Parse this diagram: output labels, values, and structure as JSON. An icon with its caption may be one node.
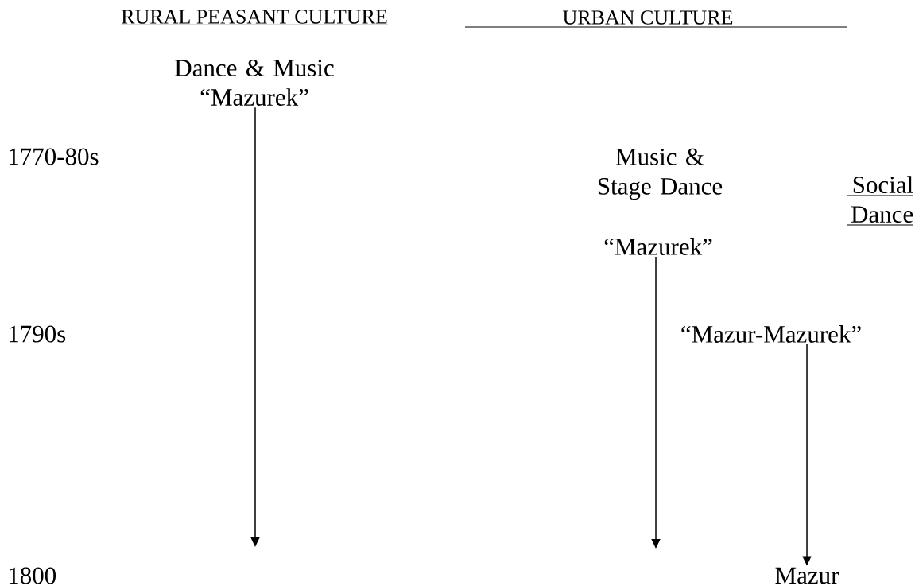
{
  "diagram": {
    "nodes": [
      {
        "text": [
          "Dance & Music “Mazurek”"
        ]
      },
      {
        "text": [
          "Music & Stage Dance"
        ]
      },
      {
        "text": [
          "“Mazurek”"
        ]
      },
      {
        "text": [
          "“Mazur-Mazurek”"
        ]
      },
      {
        "text": [
          "Mazur"
        ]
      }
    ],
    "edges": [
      {
        "from": 0,
        "to": null,
        "arrow": "to"
      },
      {
        "from": 2,
        "to": null,
        "arrow": "to"
      },
      {
        "from": 3,
        "to": 4,
        "arrow": "to"
      }
    ],
    "labels": [
      "RURAL PEASANT CULTURE",
      "URBAN CULTURE",
      "1770-80s",
      "Social Dance",
      "1790s",
      "1800"
    ]
  }
}
